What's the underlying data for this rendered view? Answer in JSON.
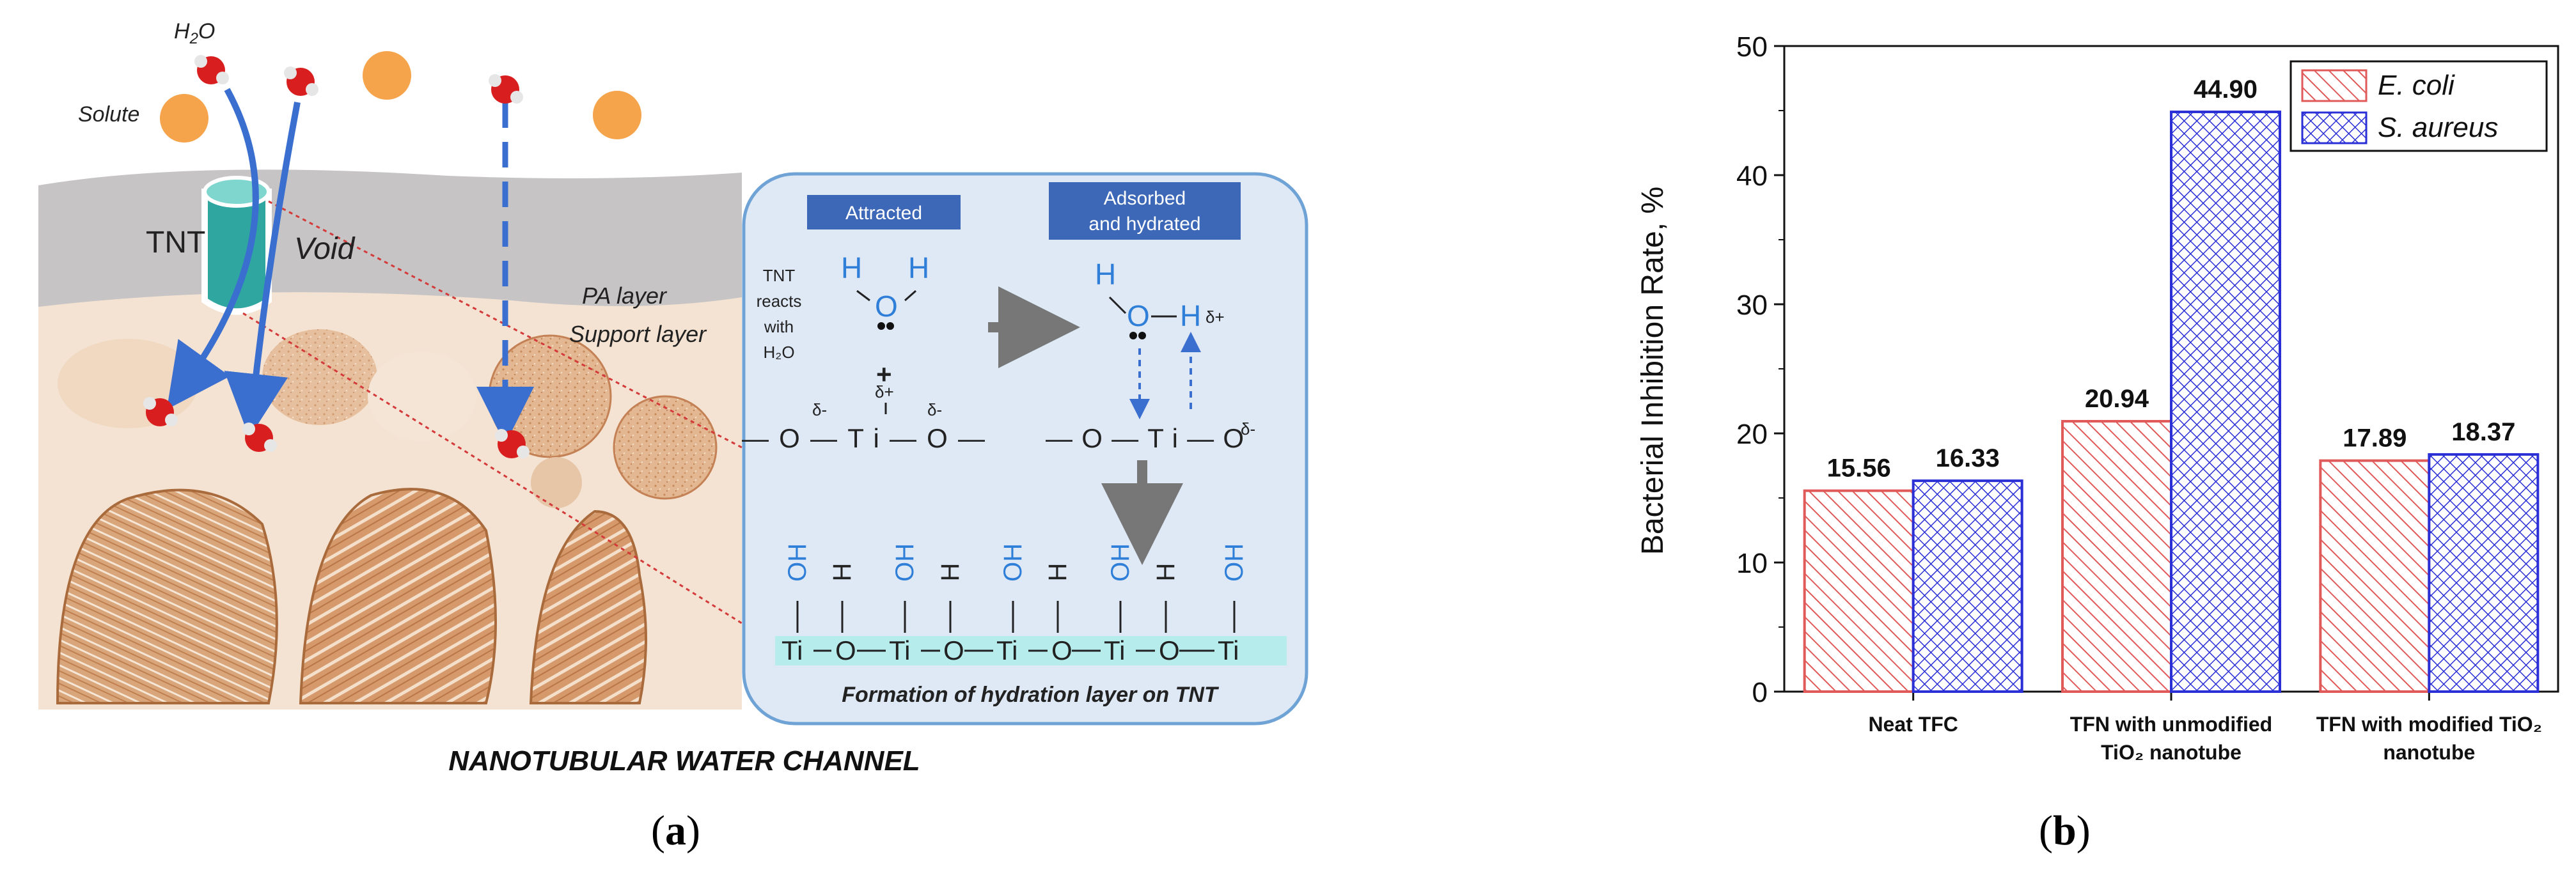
{
  "panel_a": {
    "label": "a",
    "diagram_title": "NANOTUBULAR WATER CHANNEL",
    "labels": {
      "water_h": "H",
      "water_sub": "2",
      "water_o": "O",
      "solute": "Solute",
      "tnt": "TNT",
      "void": "Void",
      "pa_layer": "PA layer",
      "support_layer": "Support layer"
    },
    "inset": {
      "attracted": "Attracted",
      "adsorbed_line1": "Adsorbed",
      "adsorbed_line2": "and hydrated",
      "tnt_reacts": [
        "TNT",
        "reacts",
        "with",
        "H₂O"
      ],
      "plus": "+",
      "h": "H",
      "o": "O",
      "delta_minus": "δ-",
      "delta_plus": "δ+",
      "chain_left": "—O—Ti—O—",
      "chain_right": "—O—Ti—O",
      "ti": "Ti",
      "oh": "OH",
      "caption": "Formation of hydration layer on TNT"
    },
    "colors": {
      "water_o": "#d81e1e",
      "arrow": "#3a6fd0",
      "solute": "#f5a44c",
      "hydration": "#2f7fd8",
      "inset_bg": "#dfe9f6"
    }
  },
  "panel_b": {
    "label": "b"
  },
  "chart_data": {
    "type": "bar",
    "categories": [
      "Neat TFC",
      "TFN with unmodified TiO₂ nanotube",
      "TFN with modified TiO₂ nanotube"
    ],
    "category_lines": [
      [
        "Neat TFC"
      ],
      [
        "TFN with unmodified",
        "TiO₂ nanotube"
      ],
      [
        "TFN with modified TiO₂",
        "nanotube"
      ]
    ],
    "series": [
      {
        "name": "E. coli",
        "values": [
          15.56,
          20.94,
          17.89
        ],
        "color": "#e05a5a",
        "pattern": "diagonal-hatch"
      },
      {
        "name": "S. aureus",
        "values": [
          16.33,
          44.9,
          18.37
        ],
        "color": "#2a2fd6",
        "pattern": "cross-hatch"
      }
    ],
    "value_labels": [
      [
        "15.56",
        "20.94",
        "17.89"
      ],
      [
        "16.33",
        "44.90",
        "18.37"
      ]
    ],
    "xlabel": "",
    "ylabel": "Bacterial Inhibition Rate, %",
    "ylim": [
      0,
      50
    ],
    "yticks": [
      0,
      10,
      20,
      30,
      40,
      50
    ],
    "grid": false,
    "legend": "top-right"
  }
}
